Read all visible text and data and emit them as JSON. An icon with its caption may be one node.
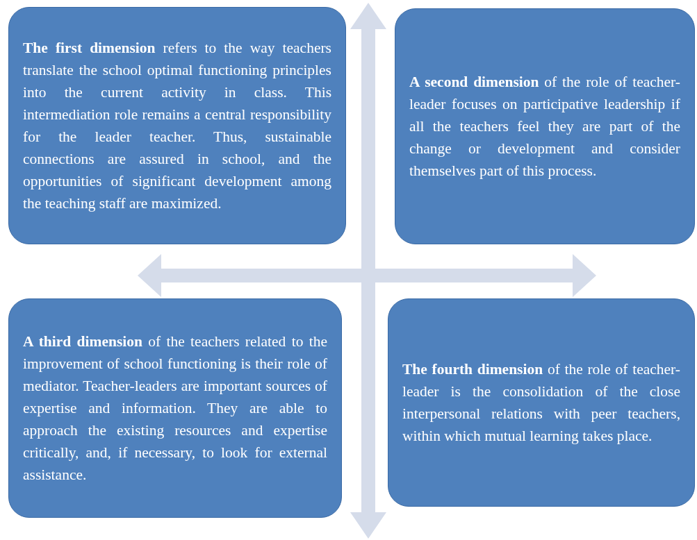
{
  "diagram": {
    "nodes": [
      {
        "text": [
          "**The first dimension** refers to the way teachers translate the school optimal functioning principles into the current activity in class. This intermediation role remains a central responsibility for the leader teacher. Thus, sustainable connections are assured in school, and the opportunities of significant development among the teaching staff are maximized."
        ]
      },
      {
        "text": [
          "**A second dimension** of the role of teacher-leader focuses on participative leadership if all the teachers feel they are part of the change or development and consider themselves part of this process."
        ]
      },
      {
        "text": [
          "**A third dimension** of the teachers related to the improvement of school functioning is their role of mediator. Teacher-leaders are important sources of expertise and information. They are able to approach the existing resources and expertise critically, and, if necessary, to look for external assistance."
        ]
      },
      {
        "text": [
          "**The fourth dimension** of the role of teacher-leader is the consolidation of the close interpersonal relations with peer teachers, within which mutual learning takes place."
        ]
      }
    ]
  }
}
